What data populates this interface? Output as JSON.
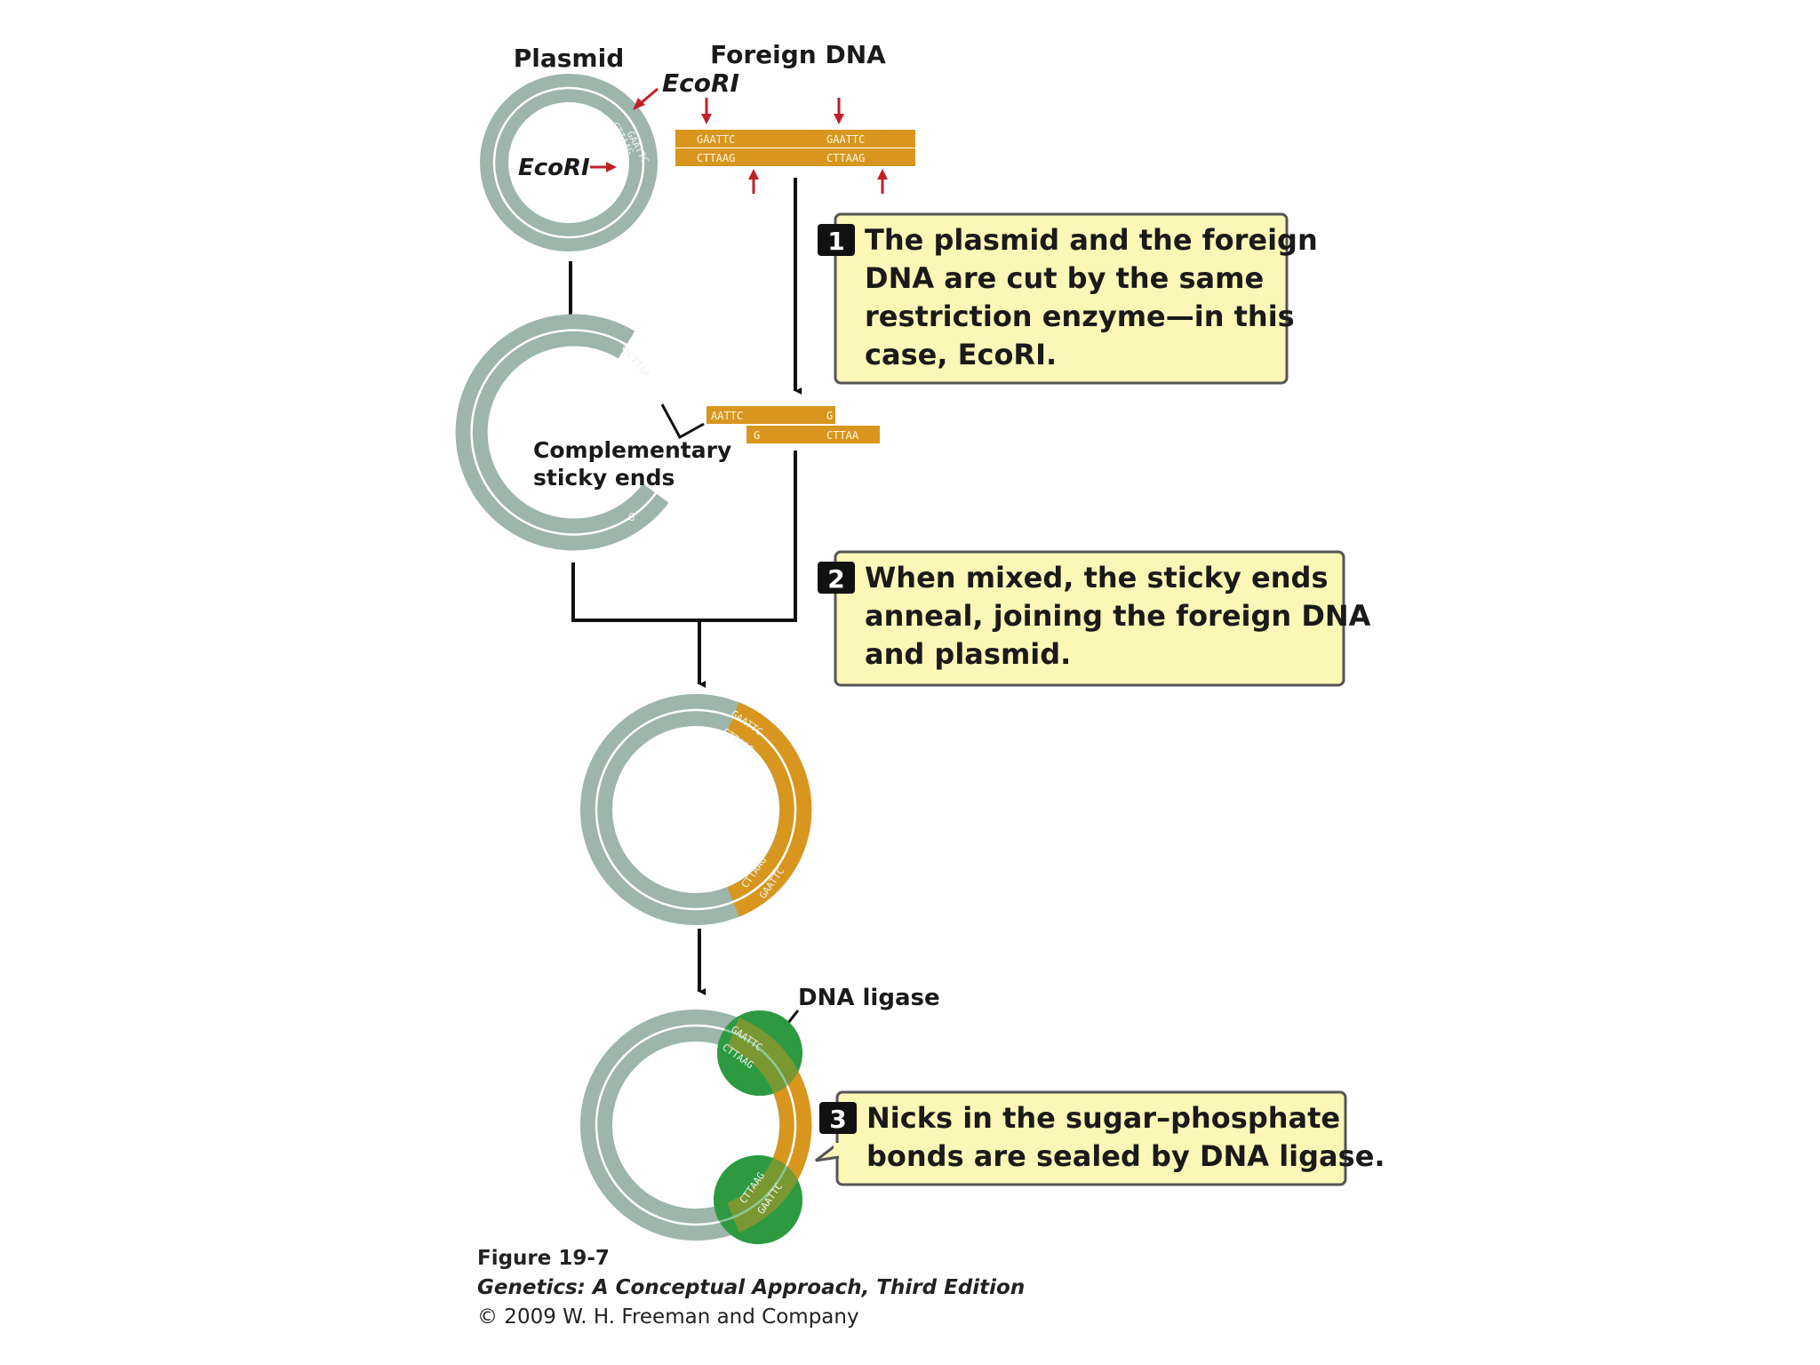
{
  "labels": {
    "plasmid": "Plasmid",
    "foreign_dna": "Foreign DNA",
    "ecori_top": "EcoRI",
    "ecori_left": "EcoRI",
    "complementary_line1": "Complementary",
    "complementary_line2": "sticky ends",
    "dna_ligase": "DNA ligase"
  },
  "sequences": {
    "gaattc": "GAATTC",
    "cttaag": "CTTAAG",
    "aattc": "AATTC",
    "cttaa": "CTTAA",
    "g": "G"
  },
  "steps": [
    {
      "num": "1",
      "lines": [
        "The plasmid and the foreign",
        "DNA are cut by the same",
        "restriction enzyme—in this",
        "case, EcoRI."
      ]
    },
    {
      "num": "2",
      "lines": [
        "When mixed, the sticky ends",
        "anneal, joining the foreign DNA",
        "and plasmid."
      ]
    },
    {
      "num": "3",
      "lines": [
        "Nicks in the sugar–phosphate",
        "bonds are sealed by DNA ligase."
      ]
    }
  ],
  "caption": {
    "figure": "Figure 19-7",
    "book": "Genetics: A Conceptual Approach, Third Edition",
    "copyright": "© 2009 W. H. Freeman and Company"
  },
  "colors": {
    "plasmid": "#9db5ab",
    "foreign": "#d8961f",
    "ligase": "#2e9a42",
    "arrow_red": "#c0202a",
    "box_fill": "#fbf7b6"
  }
}
